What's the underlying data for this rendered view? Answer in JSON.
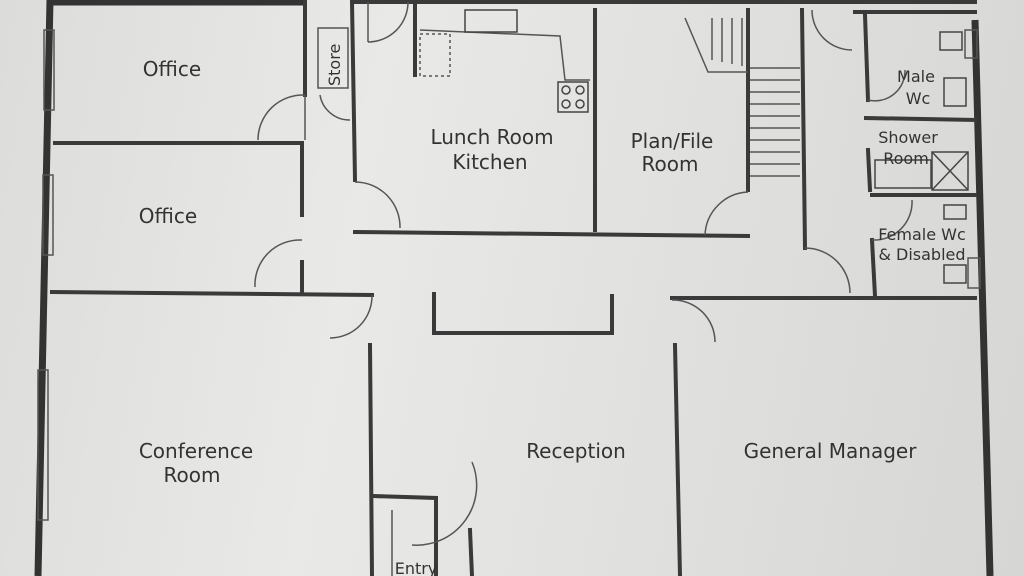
{
  "rooms": {
    "office_top": "Office",
    "office_mid": "Office",
    "store": "Store",
    "lunch_line1": "Lunch Room",
    "lunch_line2": "Kitchen",
    "plan_line1": "Plan/File",
    "plan_line2": "Room",
    "male_line1": "Male",
    "male_line2": "Wc",
    "shower_line1": "Shower",
    "shower_line2": "Room",
    "female_line1": "Female Wc",
    "female_line2": "& Disabled",
    "conference_line1": "Conference",
    "conference_line2": "Room",
    "reception": "Reception",
    "general_manager": "General Manager",
    "entry": "Entry"
  }
}
